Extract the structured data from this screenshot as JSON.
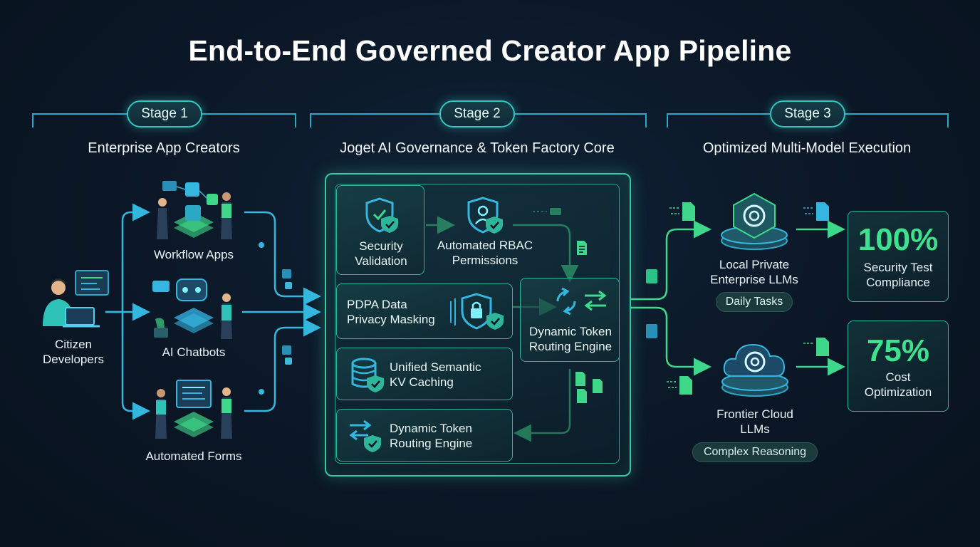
{
  "title": "End-to-End Governed Creator App Pipeline",
  "colors": {
    "accent_teal": "#31c7bf",
    "accent_green": "#3fe08e",
    "accent_blue": "#2aa8c4",
    "background": "#0b1726"
  },
  "stages": [
    {
      "label": "Stage 1",
      "heading": "Enterprise App Creators"
    },
    {
      "label": "Stage 2",
      "heading": "Joget AI Governance & Token Factory Core"
    },
    {
      "label": "Stage 3",
      "heading": "Optimized Multi-Model Execution"
    }
  ],
  "stage1": {
    "source_line1": "Citizen",
    "source_line2": "Developers",
    "apps": [
      "Workflow Apps",
      "AI Chatbots",
      "Automated Forms"
    ]
  },
  "stage2": {
    "security_line1": "Security",
    "security_line2": "Validation",
    "rbac_line1": "Automated RBAC",
    "rbac_line2": "Permissions",
    "pdpa_line1": "PDPA Data",
    "pdpa_line2": "Privacy Masking",
    "cache_line1": "Unified Semantic",
    "cache_line2": "KV Caching",
    "routing_bottom_line1": "Dynamic Token",
    "routing_bottom_line2": "Routing Engine",
    "routing_center_line1": "Dynamic Token",
    "routing_center_line2": "Routing Engine"
  },
  "stage3": {
    "local_line1": "Local Private",
    "local_line2": "Enterprise LLMs",
    "local_tag": "Daily Tasks",
    "cloud_line1": "Frontier Cloud",
    "cloud_line2": "LLMs",
    "cloud_tag": "Complex Reasoning",
    "stat1_value": "100%",
    "stat1_line1": "Security Test",
    "stat1_line2": "Compliance",
    "stat2_value": "75%",
    "stat2_line1": "Cost",
    "stat2_line2": "Optimization"
  },
  "icons": [
    "laptop-person-icon",
    "workflow-team-icon",
    "chatbot-icon",
    "forms-team-icon",
    "shield-check-icon",
    "user-shield-icon",
    "shield-lock-icon",
    "database-shield-icon",
    "routing-arrows-icon",
    "swap-arrows-icon",
    "llm-hexagon-icon",
    "llm-cloud-icon",
    "document-icon"
  ]
}
